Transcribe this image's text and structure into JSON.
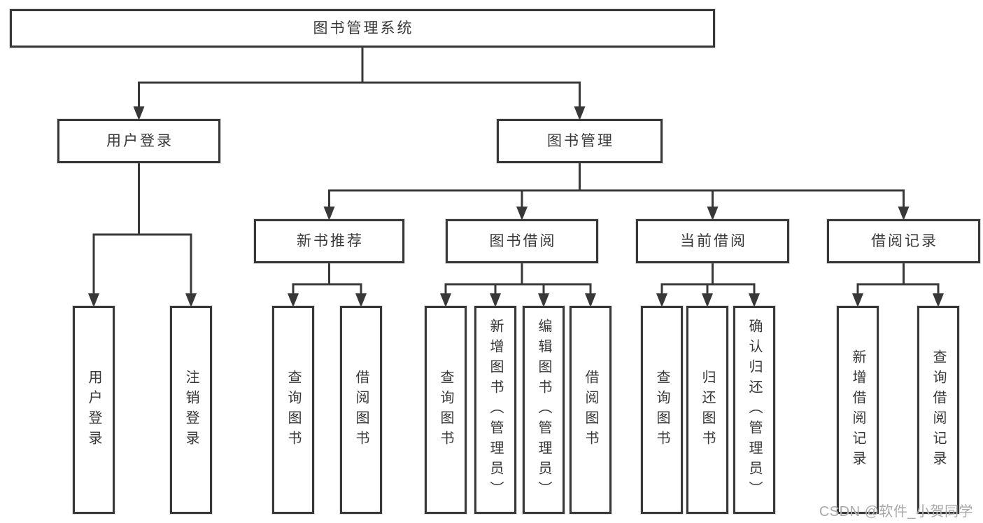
{
  "colors": {
    "background": "#ffffff",
    "line": "#383838",
    "box_border": "#383838",
    "box_fill": "#ffffff",
    "text": "#383838",
    "watermark": "#a9a9a9"
  },
  "watermark": {
    "text": "CSDN @软件_小贺同学"
  },
  "diagram": {
    "type": "hierarchy-tree",
    "root": {
      "id": "system",
      "label": "图书管理系统",
      "children": [
        {
          "id": "user-login",
          "label": "用户登录",
          "children": [
            {
              "id": "login-leaf",
              "label": "用户登录"
            },
            {
              "id": "logout-leaf",
              "label": "注销登录"
            }
          ]
        },
        {
          "id": "book-management",
          "label": "图书管理",
          "children": [
            {
              "id": "new-book-recommend",
              "label": "新书推荐",
              "children": [
                {
                  "id": "query-books-a",
                  "label": "查询图书"
                },
                {
                  "id": "borrow-books-a",
                  "label": "借阅图书"
                }
              ]
            },
            {
              "id": "book-borrowing",
              "label": "图书借阅",
              "children": [
                {
                  "id": "query-books-b",
                  "label": "查询图书"
                },
                {
                  "id": "add-books-admin",
                  "label": "新增图书（管理员）"
                },
                {
                  "id": "edit-books-admin",
                  "label": "编辑图书（管理员）"
                },
                {
                  "id": "borrow-books-b",
                  "label": "借阅图书"
                }
              ]
            },
            {
              "id": "current-borrowing",
              "label": "当前借阅",
              "children": [
                {
                  "id": "query-books-c",
                  "label": "查询图书"
                },
                {
                  "id": "return-books",
                  "label": "归还图书"
                },
                {
                  "id": "confirm-return-admin",
                  "label": "确认归还（管理员）"
                }
              ]
            },
            {
              "id": "borrowing-records",
              "label": "借阅记录",
              "children": [
                {
                  "id": "add-borrow-record",
                  "label": "新增借阅记录"
                },
                {
                  "id": "query-borrow-record",
                  "label": "查询借阅记录"
                }
              ]
            }
          ]
        }
      ]
    }
  }
}
